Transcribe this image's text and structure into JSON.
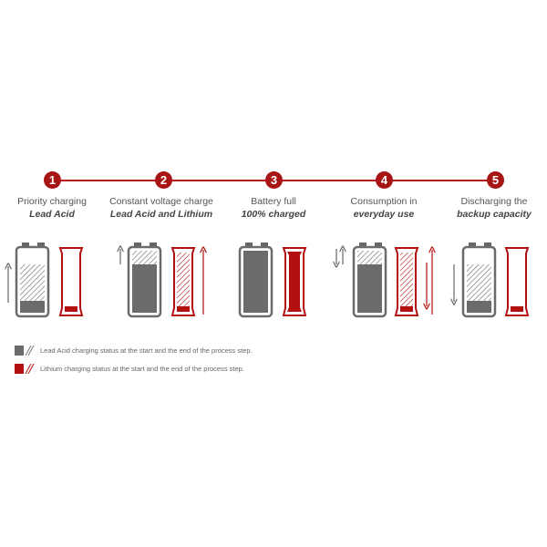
{
  "colors": {
    "lead_acid": "#6b6b6b",
    "lithium": "#b31111",
    "timeline": "#b31b1b",
    "text": "#555555"
  },
  "steps": [
    {
      "number": "1",
      "title": "Priority charging",
      "subtitle": "Lead Acid",
      "lead_acid": {
        "start": 0.18,
        "end": 0.7
      },
      "lithium": {
        "start": 0.06,
        "end": 0.06
      },
      "arrows": [
        "lead-up"
      ]
    },
    {
      "number": "2",
      "title": "Constant voltage charge",
      "subtitle": "Lead Acid and Lithium",
      "lead_acid": {
        "start": 0.8,
        "end": 1.0
      },
      "lithium": {
        "start": 0.06,
        "end": 1.0
      },
      "arrows": [
        "lead-up",
        "lithium-up"
      ]
    },
    {
      "number": "3",
      "title": "Battery full",
      "subtitle": "100% charged",
      "lead_acid": {
        "start": 1.0,
        "end": 1.0
      },
      "lithium": {
        "start": 1.0,
        "end": 1.0
      },
      "arrows": []
    },
    {
      "number": "4",
      "title": "Consumption in",
      "subtitle": "everyday use",
      "lead_acid": {
        "start": 0.8,
        "end": 1.0
      },
      "lithium": {
        "start": 0.06,
        "end": 1.0
      },
      "arrows": [
        "lead-down-up",
        "lithium-up-down"
      ]
    },
    {
      "number": "5",
      "title": "Discharging the",
      "subtitle": "backup capacity",
      "lead_acid": {
        "start": 0.18,
        "end": 0.7
      },
      "lithium": {
        "start": 0.06,
        "end": 0.06
      },
      "arrows": [
        "lead-down"
      ]
    }
  ],
  "legend": [
    {
      "label": "Lead Acid charging status at the start and the end of the process step.",
      "color": "#6b6b6b"
    },
    {
      "label": "Lithium charging status at the start and the end of the process step.",
      "color": "#b31111"
    }
  ]
}
